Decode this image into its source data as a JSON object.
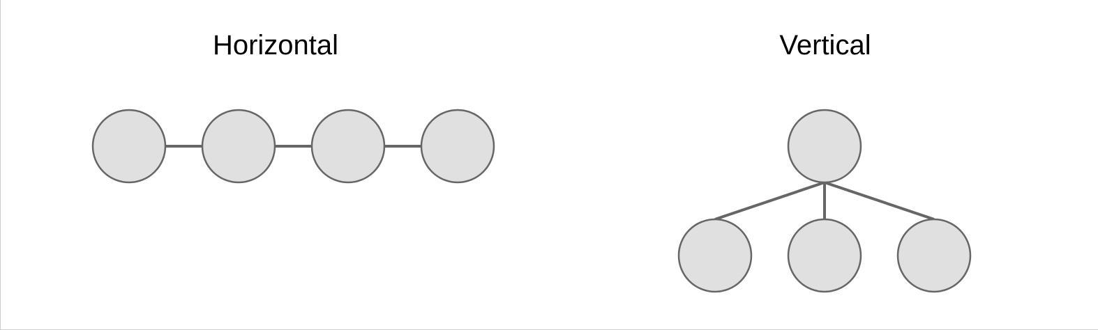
{
  "sections": {
    "horizontal": {
      "title": "Horizontal",
      "node_count": 4
    },
    "vertical": {
      "title": "Vertical",
      "root_count": 1,
      "child_count": 3
    }
  },
  "colors": {
    "node_fill": "#e0e0e0",
    "node_stroke": "#666666",
    "connector": "#666666",
    "title_text": "#000000",
    "frame_border": "#cccccc"
  }
}
